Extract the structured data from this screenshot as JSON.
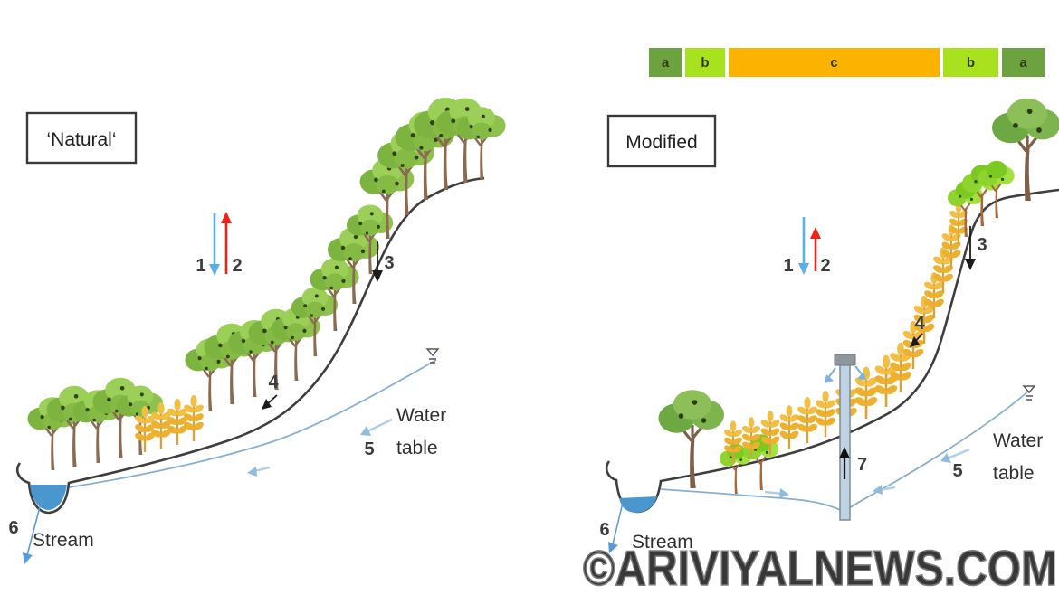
{
  "titles": {
    "natural": "‘Natural‘",
    "modified": "Modified"
  },
  "legend": {
    "segments": [
      {
        "label": "a",
        "color": "#6da33f"
      },
      {
        "label": "b",
        "color": "#a8e11e"
      },
      {
        "label": "c",
        "color": "#fbb300"
      },
      {
        "label": "b",
        "color": "#a8e11e"
      },
      {
        "label": "a",
        "color": "#6da33f"
      }
    ]
  },
  "natural": {
    "n1": "1",
    "n2": "2",
    "n3": "3",
    "n4": "4",
    "n5": "5",
    "n6": "6",
    "stream": "Stream",
    "water_table_line1": "Water",
    "water_table_line2": "table"
  },
  "modified": {
    "n1": "1",
    "n2": "2",
    "n3": "3",
    "n4": "4",
    "n5": "5",
    "n6": "6",
    "n7": "7",
    "stream": "Stream",
    "water_table_line1": "Water",
    "water_table_line2": "table"
  },
  "watermark": "©ARIVIYALNEWS.COM",
  "colors": {
    "land": "#3e3e3e",
    "stream_water": "#4a97cf",
    "water_table": "#85aed3",
    "arrow_blue": "#56b1e8",
    "arrow_red": "#ee2218",
    "arrow_faint_blue": "#aecfe8",
    "arrow_black": "#1c1c1c",
    "well_fill": "#bdd2e2",
    "well_cap": "#8e979e"
  }
}
